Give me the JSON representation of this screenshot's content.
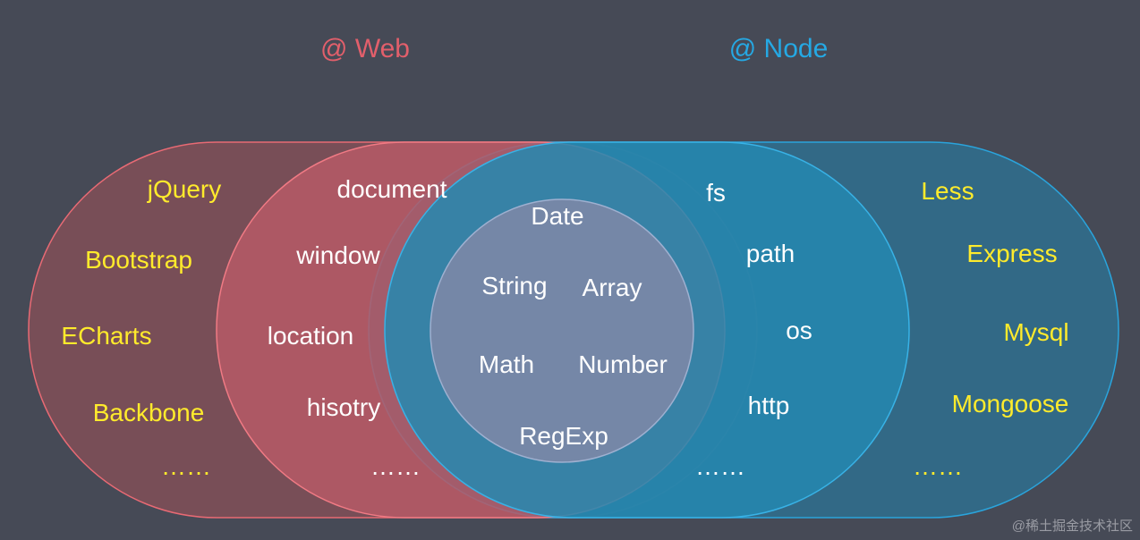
{
  "titles": {
    "web": "@ Web",
    "node": "@ Node"
  },
  "web_only": {
    "libraries": [
      "jQuery",
      "Bootstrap",
      "ECharts",
      "Backbone",
      "……"
    ],
    "apis": [
      "document",
      "window",
      "location",
      "hisotry",
      "……"
    ]
  },
  "shared": [
    "Date",
    "String",
    "Array",
    "Math",
    "Number",
    "RegExp"
  ],
  "node_only": {
    "modules": [
      "fs",
      "path",
      "os",
      "http",
      "……"
    ],
    "libraries": [
      "Less",
      "Express",
      "Mysql",
      "Mongoose",
      "……"
    ]
  },
  "watermark": "@稀土掘金技术社区",
  "colors": {
    "background": "#464a56",
    "web": "#e25f6b",
    "node": "#25a9e4",
    "library_text": "#ffeb2c",
    "api_text": "#ffffff"
  }
}
